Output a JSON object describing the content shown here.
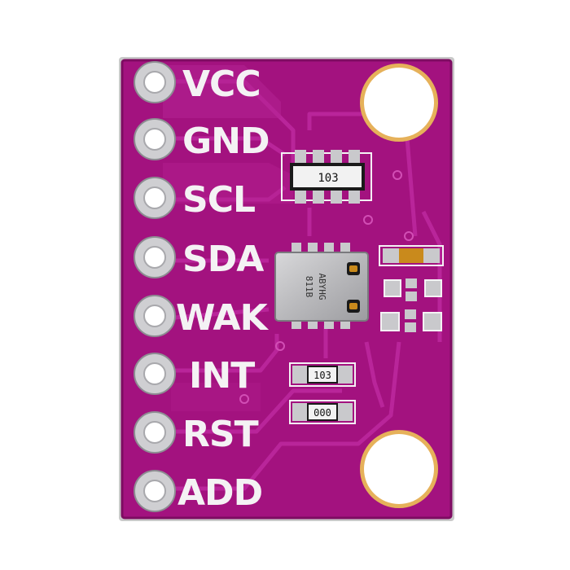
{
  "board": {
    "pins": [
      {
        "label": "VCC"
      },
      {
        "label": "GND"
      },
      {
        "label": "SCL"
      },
      {
        "label": "SDA"
      },
      {
        "label": "WAK"
      },
      {
        "label": "INT"
      },
      {
        "label": "RST"
      },
      {
        "label": "ADD"
      }
    ],
    "resistor_network_marking": "103",
    "resistor_1_marking": "103",
    "resistor_2_marking": "000",
    "sensor_marking_line1": "811B",
    "sensor_marking_line2": "ABYHG",
    "colors": {
      "pcb": "#a3127f",
      "pcb_dark": "#7e0c62",
      "trace": "#b52293",
      "silkscreen": "#f4f2f4",
      "pad_silver": "#c9c9cc"
    }
  }
}
